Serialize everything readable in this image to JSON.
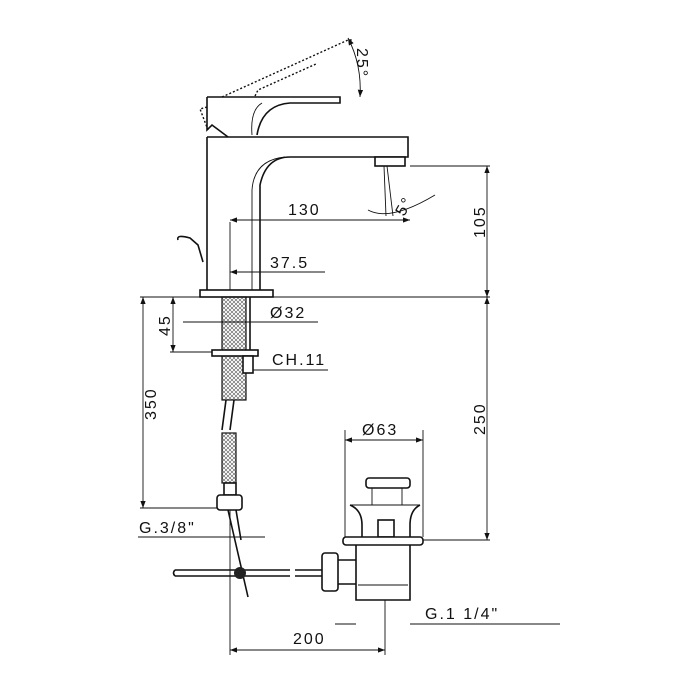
{
  "drawing": {
    "angles": {
      "lever": "25°",
      "jet": "5°"
    },
    "dimensions": {
      "spout_reach": "130",
      "spout_height": "105",
      "body_offset": "37.5",
      "shank_diameter": "Ø32",
      "mount_depth": "45",
      "nut": "CH.11",
      "hose_length": "350",
      "hose_thread": "G.3/8\"",
      "drain_diameter": "Ø63",
      "drain_depth": "250",
      "drain_thread": "G.1 1/4\"",
      "rod_distance": "200"
    }
  }
}
